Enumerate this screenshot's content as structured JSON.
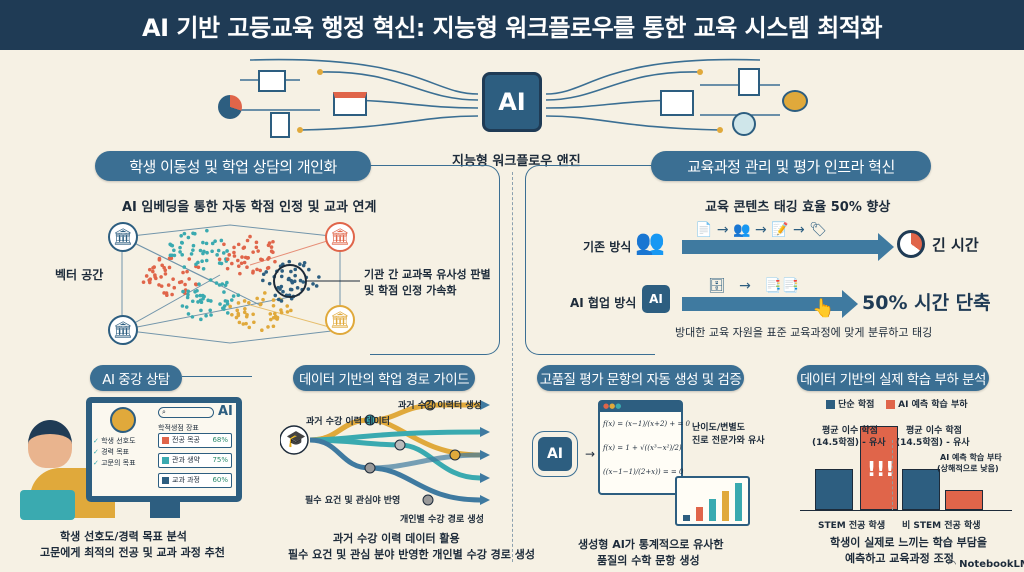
{
  "title": "AI 기반 고등교육 행정 혁신: 지능형 워크플로우를 통한 교육 시스템 최적화",
  "center": {
    "chip_label": "AI",
    "engine_label": "지능형 워크플로우 앤진"
  },
  "left_top": {
    "pill": "학생 이동성 및 학업 상담의 개인화",
    "subtitle": "AI 임베딩을 통한 자동 학점 인정 및 교과 연계",
    "vector_label": "벡터 공간",
    "annotation_1": "기관 간 교과목 유사성 판별",
    "annotation_2": "및 학점 인정 가속화"
  },
  "right_top": {
    "pill": "교육과정 관리 및 평가 인프라 혁신",
    "subtitle": "교육 콘텐츠 태깅 효율 50% 향상",
    "old_label": "기존 방식",
    "old_result": "긴 시간",
    "ai_label": "AI 협업 방식",
    "ai_chip": "AI",
    "ai_result": "50% 시간 단축",
    "caption": "방대한 교육 자원을 표준 교육과정에 맞게 분류하고 태깅"
  },
  "counsel": {
    "pill": "AI 중강 상탐",
    "ai_tag": "AI",
    "checks": [
      "학생 선호도",
      "경력 목표",
      "고문의 목표"
    ],
    "panel_title": "학적생점 장표",
    "rows": [
      {
        "label": "전공 목공",
        "value": "68%",
        "color": "#e0654a"
      },
      {
        "label": "관과 생약",
        "value": "75%",
        "color": "#3aaab0"
      },
      {
        "label": "교과 과정",
        "value": "60%",
        "color": "#2d5e80"
      }
    ],
    "caption_1": "학생 선호도/경력 목표 분석",
    "caption_2": "고문에게 최적의 전공 및 교과 과정 추천"
  },
  "pathway": {
    "pill": "데이터 기반의 학업 경로 가이드",
    "labels": [
      "과거 수강 이력터 생성",
      "과거 수강 이력 데이터",
      "필수 요건 및 관심야 반영",
      "개인별 수강 경로 생성"
    ],
    "caption_1": "과거 수강 이력 데이터 활용",
    "caption_2": "필수 요건 및 관심 분야 반영한 개인별 수강 경로 생성"
  },
  "assessment": {
    "pill": "고품질 평가 문항의 자동 생성 및 검증",
    "chip": "AI",
    "formulas": [
      "f(x) = (x−1)/(x+2) + = 0",
      "f(x) = 1 + √((x³−x²)/2)",
      "((x−1−1)/(2+x)) = = 0"
    ],
    "annotation_1": "난이도/변별도",
    "annotation_2": "진로 전문가와 유사",
    "caption_1": "생성형 AI가 통계적으로 유사한",
    "caption_2": "품질의 수학 문항 생성"
  },
  "load": {
    "pill": "데이터 기반의 실제 학습 부하 분석",
    "chart_data": {
      "type": "bar",
      "categories": [
        "STEM 전공 학생",
        "비 STEM 전공 학생"
      ],
      "series": [
        {
          "name": "단순 학점",
          "values": [
            14.5,
            14.5
          ],
          "color": "#2d5e80"
        },
        {
          "name": "AI 예측 학습 부하",
          "values": [
            30,
            7
          ],
          "color": "#e0654a"
        }
      ],
      "annotations": [
        "평균 이수 학점",
        "(14.5학점) - 유사",
        "평균 이수 학점",
        "(14.5학점) - 유사",
        "AI 예측 학습 부타",
        "(상해적으로 낮음)"
      ],
      "alert": "!!!"
    },
    "caption_1": "학생이 실제로 느끼는 학습 부담을",
    "caption_2": "예측하고 교육과정 조정"
  },
  "brand": "NotebookLM"
}
